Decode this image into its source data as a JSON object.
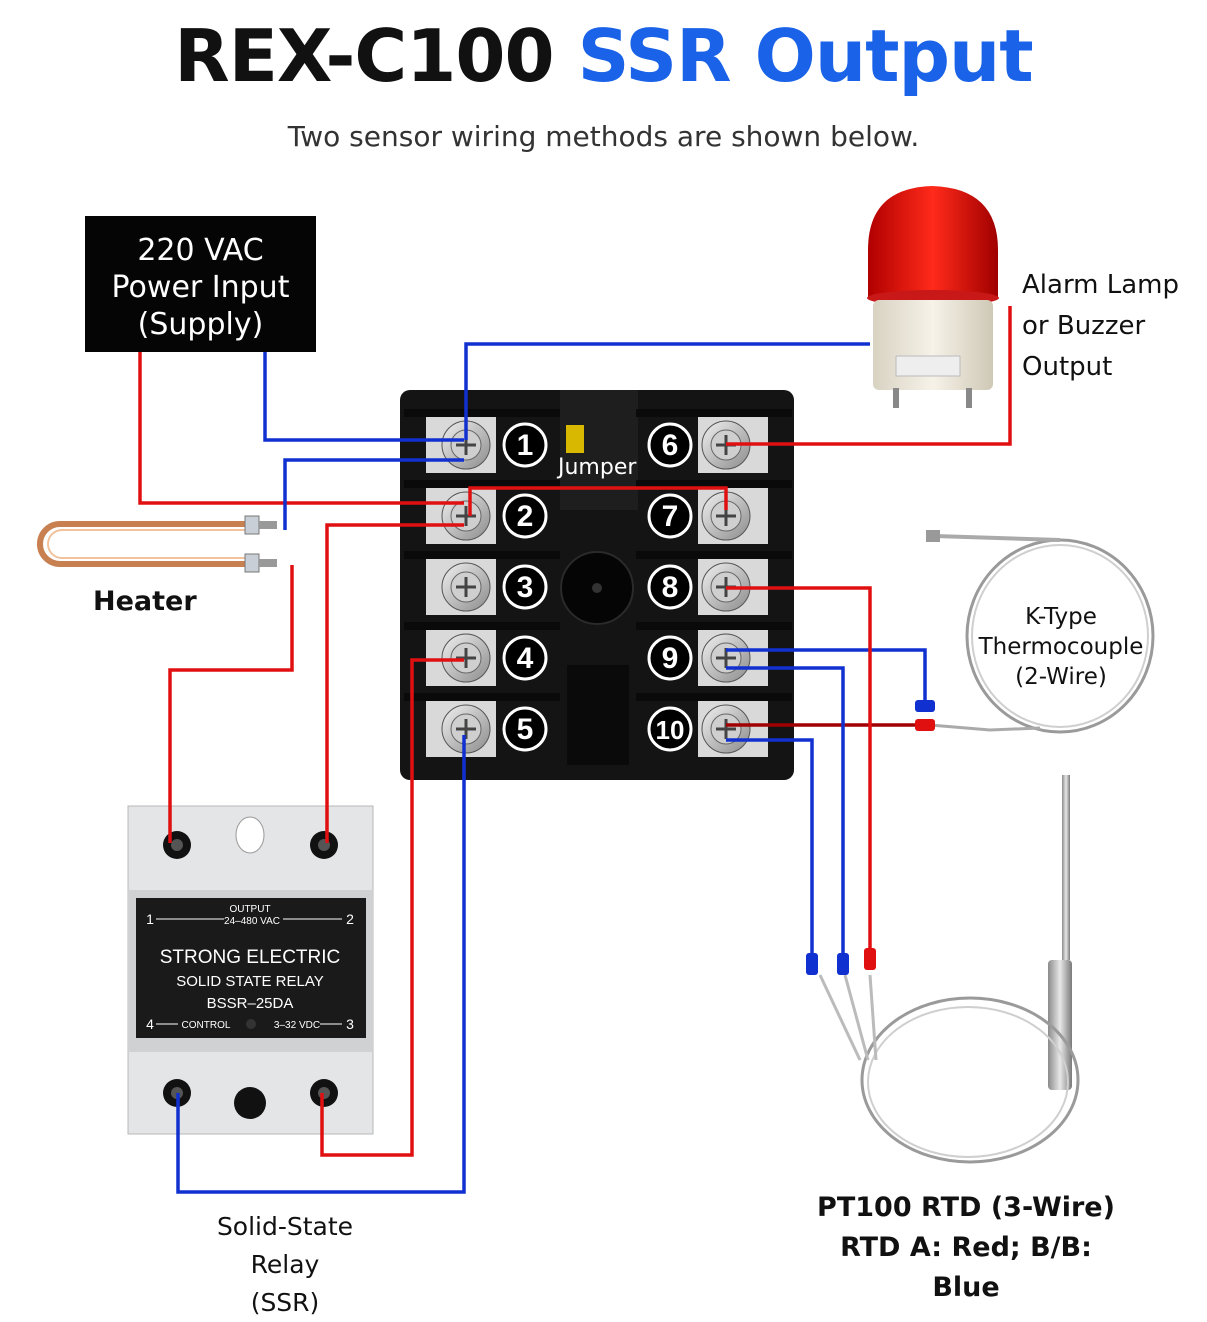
{
  "title": {
    "part1": "REX-C100",
    "part2": "SSR Output"
  },
  "subtitle": "Two sensor wiring methods are shown below.",
  "power_input": {
    "line1": "220 VAC",
    "line2": "Power Input",
    "line3": "(Supply)"
  },
  "alarm": {
    "line1": "Alarm Lamp",
    "line2": "or Buzzer",
    "line3": "Output"
  },
  "heater_label": "Heater",
  "jumper_label": "Jumper",
  "terminals": [
    "1",
    "2",
    "3",
    "4",
    "5",
    "6",
    "7",
    "8",
    "9",
    "10"
  ],
  "thermocouple": {
    "line1": "K-Type",
    "line2": "Thermocouple",
    "line3": "(2-Wire)"
  },
  "ssr": {
    "output_label": "OUTPUT",
    "output_voltage": "24–480 VAC",
    "brand": "STRONG ELECTRIC",
    "type": "SOLID STATE RELAY",
    "model": "BSSR–25DA",
    "control_label": "CONTROL",
    "control_voltage": "3–32 VDC",
    "pin1": "1",
    "pin2": "2",
    "pin3": "3",
    "pin4": "4",
    "caption_line1": "Solid-State Relay",
    "caption_line2": "(SSR)"
  },
  "rtd": {
    "line1": "PT100 RTD  (3-Wire)",
    "line2": "RTD A: Red; B/B: Blue"
  },
  "colors": {
    "title_accent": "#1a63e8",
    "wire_red": "#e01010",
    "wire_blue": "#1030d0",
    "wire_darkred": "#a00000"
  }
}
